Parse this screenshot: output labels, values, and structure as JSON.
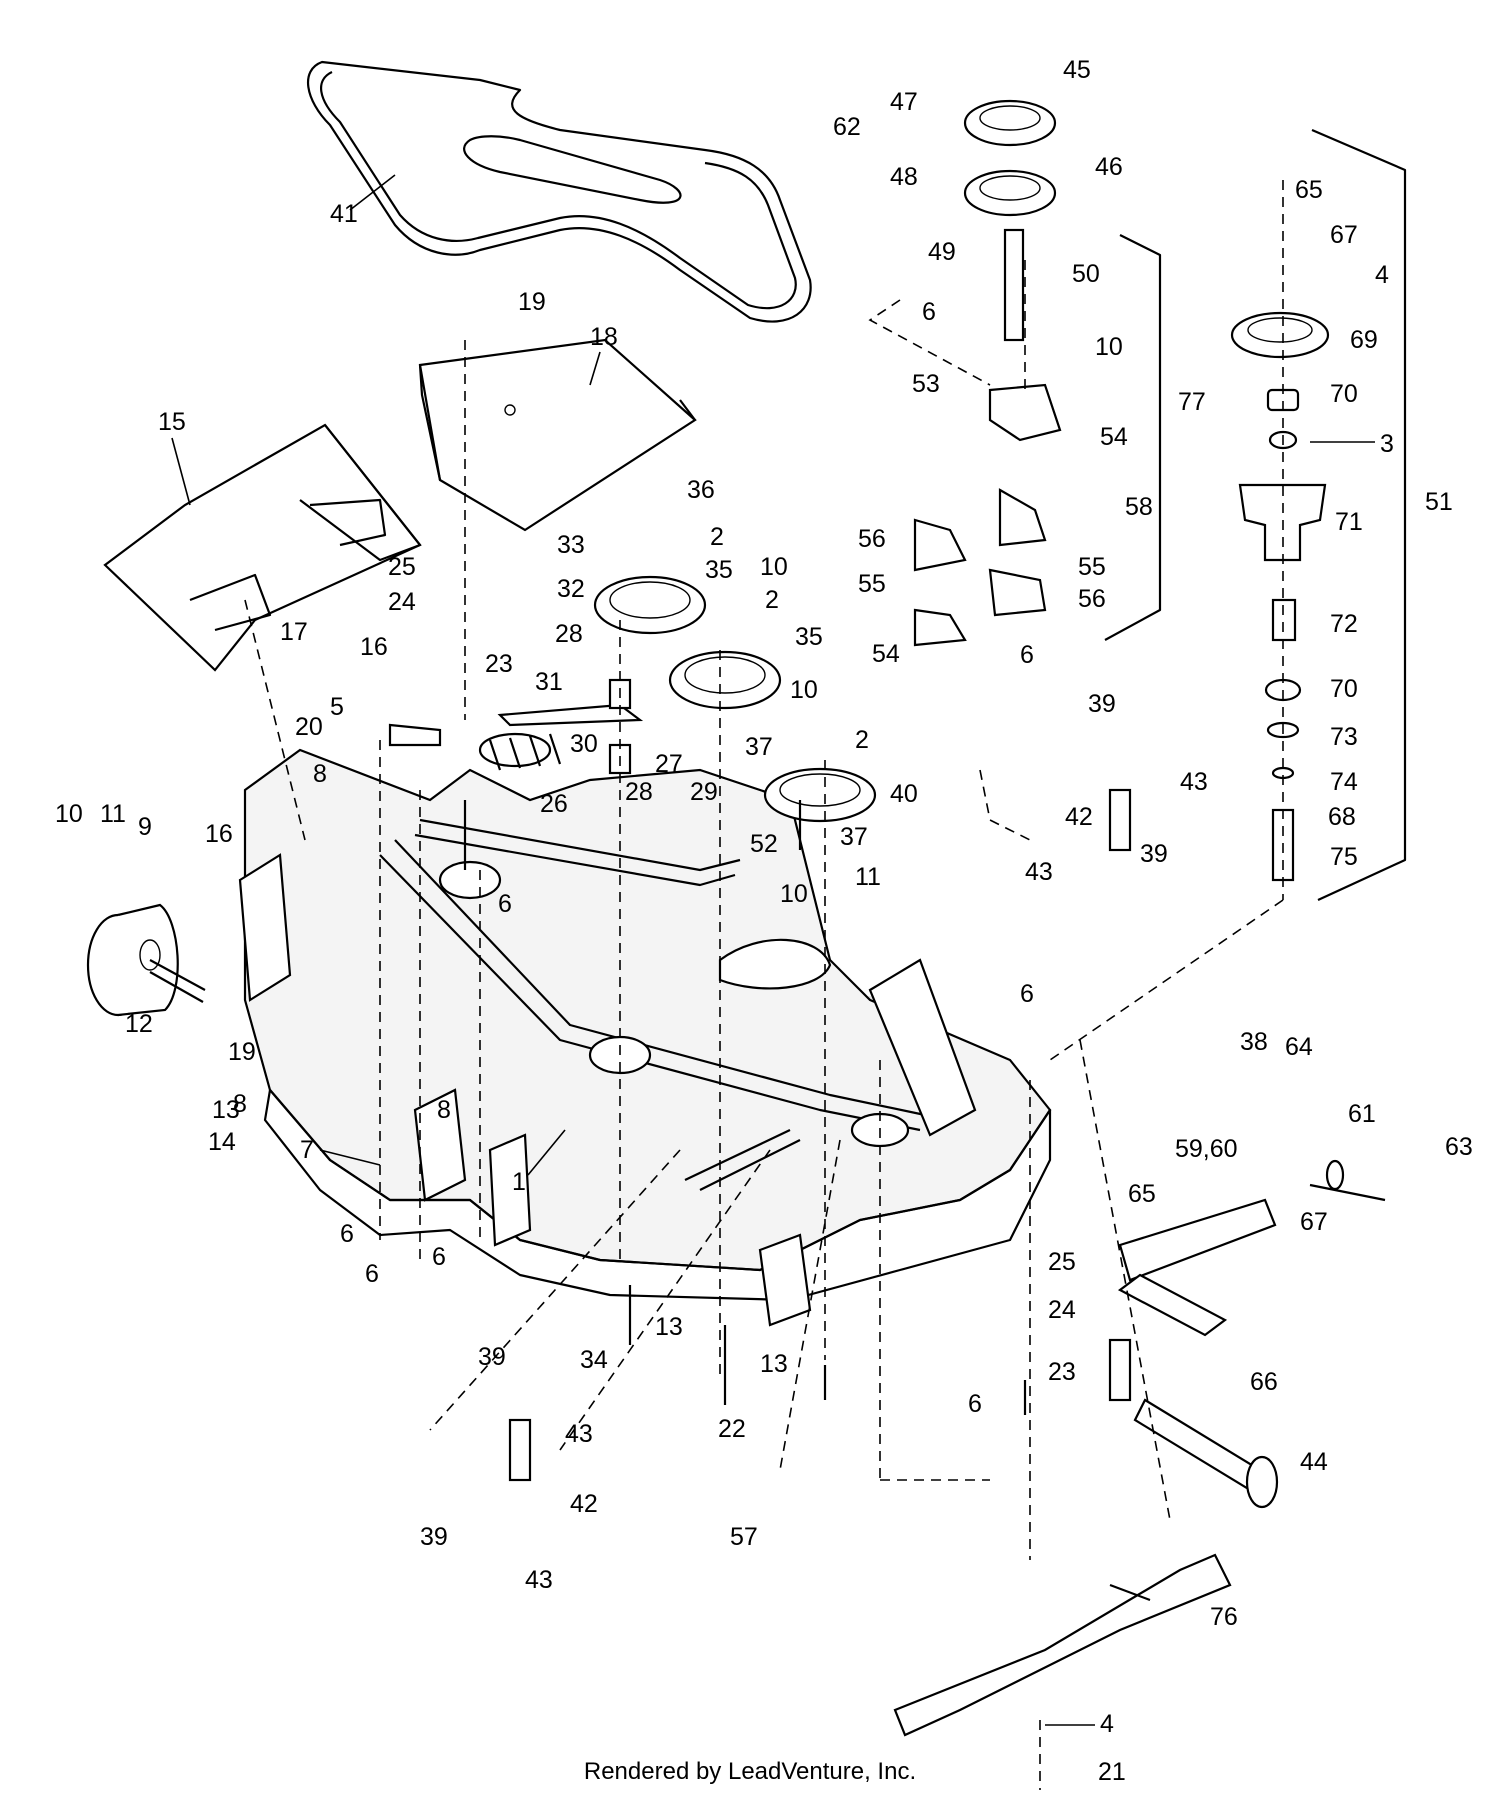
{
  "watermark": "LEADVENTURE",
  "footer": "Rendered by LeadVenture, Inc.",
  "callouts": [
    "1",
    "2",
    "3",
    "4",
    "5",
    "6",
    "7",
    "8",
    "9",
    "10",
    "11",
    "12",
    "13",
    "14",
    "15",
    "16",
    "17",
    "18",
    "19",
    "20",
    "21",
    "22",
    "23",
    "24",
    "25",
    "26",
    "27",
    "28",
    "29",
    "30",
    "31",
    "32",
    "33",
    "34",
    "35",
    "36",
    "37",
    "38",
    "39",
    "40",
    "41",
    "42",
    "43",
    "44",
    "45",
    "46",
    "47",
    "48",
    "49",
    "50",
    "51",
    "52",
    "53",
    "54",
    "55",
    "56",
    "57",
    "58",
    "59,60",
    "61",
    "62",
    "63",
    "64",
    "65",
    "66",
    "67",
    "68",
    "69",
    "70",
    "71",
    "72",
    "73",
    "74",
    "75",
    "76",
    "77"
  ]
}
